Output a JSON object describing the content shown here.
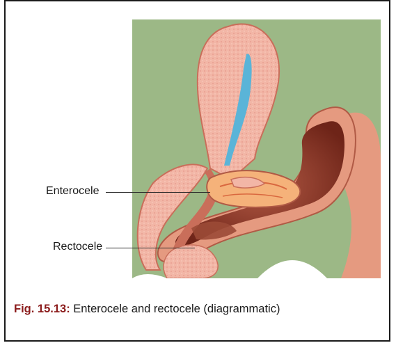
{
  "labels": {
    "enterocele": "Enterocele",
    "rectocele": "Rectocele"
  },
  "caption": {
    "figure_number": "Fig. 15.13:",
    "text": "Enterocele and rectocele (diagrammatic)"
  },
  "colors": {
    "background_tissue": "#9cb886",
    "muscle_tissue": "#e59a80",
    "pink_tissue": "#f2b6a6",
    "rectum_lumen": "#8c3a2c",
    "vaginal_lumen": "#5ab4d8",
    "caption_accent": "#8b1b1b"
  }
}
